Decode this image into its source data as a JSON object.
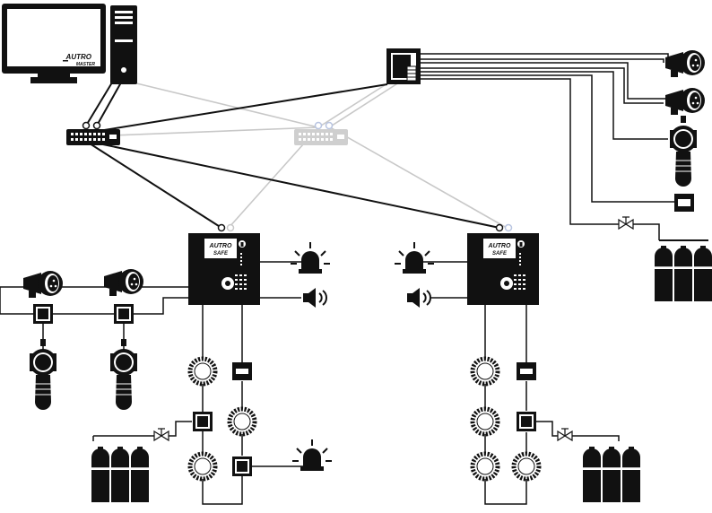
{
  "workstation": {
    "logo_line1": "AUTRO",
    "logo_line2": "MASTER"
  },
  "panels": [
    {
      "logo_line1": "AUTRO",
      "logo_line2": "SAFE"
    },
    {
      "logo_line1": "AUTRO",
      "logo_line2": "SAFE"
    }
  ],
  "colors": {
    "primary": "#111111",
    "redundant": "#c8c8c8",
    "redundant_accent": "#b8c4e0",
    "background": "#ffffff"
  },
  "icons": [
    "computer-monitor-icon",
    "computer-tower-icon",
    "network-switch-icon",
    "control-panel-icon",
    "flame-detector-icon",
    "gas-detector-icon",
    "beacon-icon",
    "sounder-icon",
    "smoke-detector-icon",
    "call-point-icon",
    "interface-module-icon",
    "valve-icon",
    "gas-cylinder-icon",
    "junction-box-icon"
  ]
}
